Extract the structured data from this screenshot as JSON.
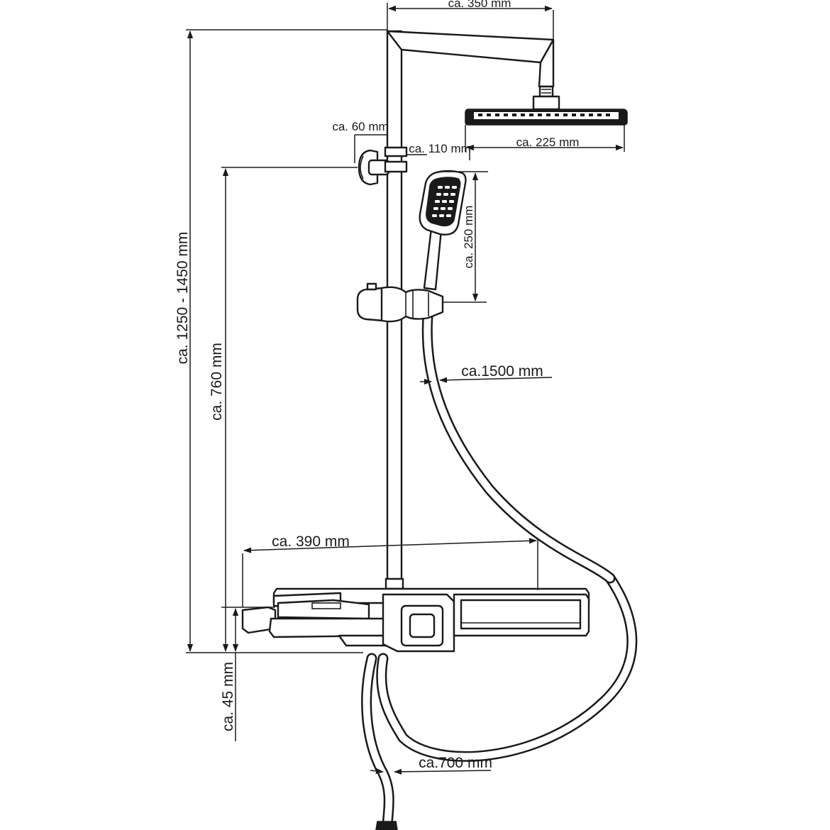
{
  "diagram": {
    "dimensions": {
      "arm_length": "ca. 350 mm",
      "wall_bracket": "ca. 60 mm",
      "hand_shower_width": "ca. 110 mm",
      "head_shower_diameter": "ca. 225 mm",
      "hand_shower_length": "ca. 250 mm",
      "hose_length": "ca.1500 mm",
      "total_height": "ca. 1250 - 1450 mm",
      "bracket_height": "ca. 760 mm",
      "shelf_width": "ca. 390 mm",
      "outlet_height": "ca. 45 mm",
      "supply_hose_length": "ca.700 mm"
    },
    "colors": {
      "line": "#1a1a1a",
      "fill": "#ffffff"
    }
  }
}
